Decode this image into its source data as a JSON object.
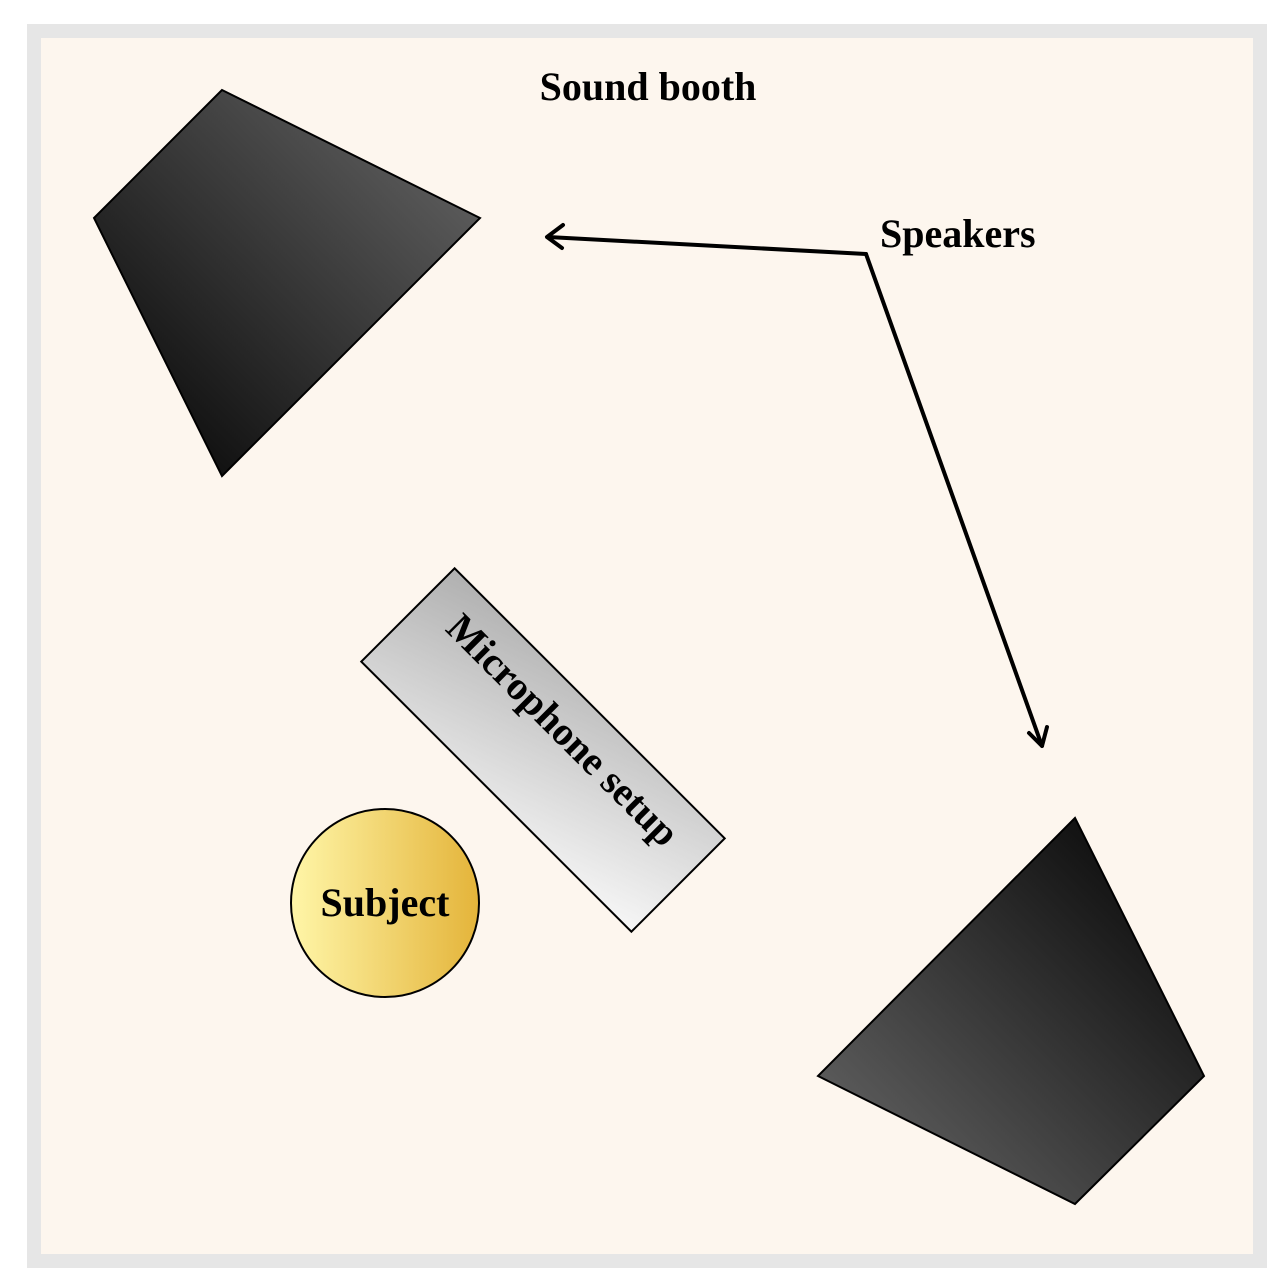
{
  "title": "Sound booth",
  "labels": {
    "speakers": "Speakers",
    "microphone": "Microphone setup",
    "subject": "Subject"
  },
  "colors": {
    "frame_border": "#e6e6e6",
    "booth_fill": "#fdf6ee",
    "speaker_dark": "#000000",
    "speaker_light": "#666666",
    "mic_dark": "#b3b3b3",
    "mic_light": "#f4f4f4",
    "subject_light": "#fff4a3",
    "subject_dark": "#e6b73a",
    "stroke": "#000000"
  }
}
